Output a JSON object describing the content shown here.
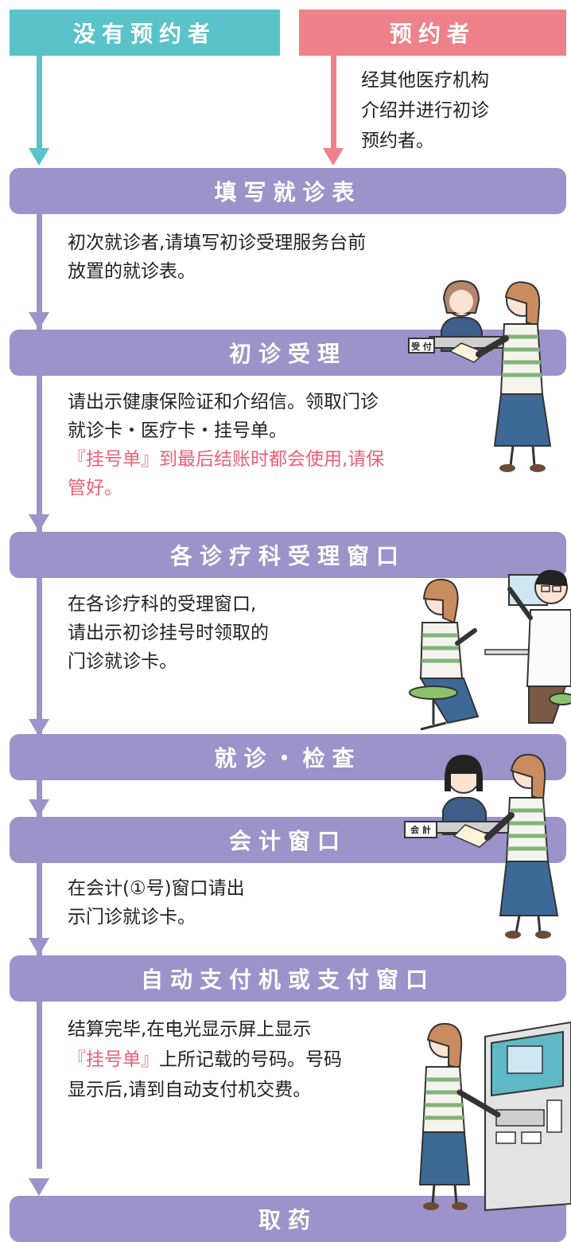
{
  "top": {
    "no_reservation": "没有预约者",
    "reservation": "预约者",
    "reservation_note": [
      "经其他医疗机构",
      "介绍并进行初诊",
      "预约者。"
    ]
  },
  "steps": [
    {
      "title": "填写就诊表",
      "lines": [
        "初次就诊者,请填写初诊受理服务台前",
        "放置的就诊表。"
      ]
    },
    {
      "title": "初诊受理",
      "lines": [
        "请出示健康保险证和介绍信。领取门诊",
        "就诊卡・医疗卡・挂号单。"
      ],
      "pink_lines": [
        "『挂号单』到最后结账时都会使用,请保",
        "管好。"
      ],
      "sign": "受 付"
    },
    {
      "title": "各诊疗科受理窗口",
      "lines": [
        "在各诊疗科的受理窗口,",
        "请出示初诊挂号时领取的",
        "门诊就诊卡。"
      ]
    },
    {
      "title": "就诊・检查"
    },
    {
      "title": "会计窗口",
      "lines": [
        "在会计(①号)窗口请出",
        "示门诊就诊卡。"
      ],
      "sign": "会 計"
    },
    {
      "title": "自动支付机或支付窗口",
      "line1": "结算完毕,在电光显示屏上显示",
      "line2_pink": "『挂号单』",
      "line2_rest": "上所记载的号码。号码",
      "line3": "显示后,请到自动支付机交费。"
    },
    {
      "title": "取药"
    }
  ],
  "colors": {
    "teal": "#5ac3c9",
    "pink": "#ee8189",
    "purple": "#9b93c9",
    "text_pink": "#ee5f77"
  }
}
